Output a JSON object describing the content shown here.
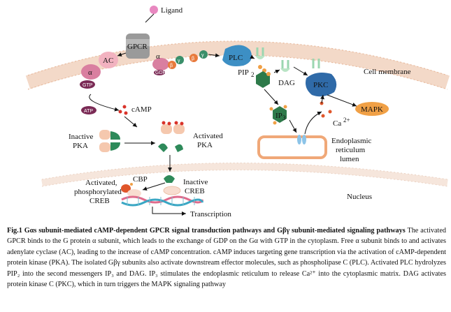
{
  "diagram": {
    "ligand": "Ligand",
    "gpcr": "GPCR",
    "ac": "AC",
    "alpha": "α",
    "beta": "β",
    "gamma": "γ",
    "gtp": "GTP",
    "gdp": "GDP",
    "plc": "PLC",
    "pip2": "PIP",
    "pip2_sub": "2",
    "dag": "DAG",
    "pkc": "PKC",
    "mapk": "MAPK",
    "cell_membrane": "Cell membrane",
    "atp": "ATP",
    "camp": "cAMP",
    "inactive_pka": [
      "Inactive",
      "PKA"
    ],
    "activated_pka": [
      "Activated",
      "PKA"
    ],
    "ip3": "IP",
    "ip3_sub": "3",
    "ca": "Ca",
    "ca_sup": "2+",
    "er": [
      "Endoplasmic",
      "reticulum",
      "lumen"
    ],
    "creb_active": [
      "Activated,",
      "phosphorylated",
      "CREB"
    ],
    "cbp": "CBP",
    "creb_inactive": [
      "Inactive",
      "CREB"
    ],
    "nucleus": "Nucleus",
    "transcription": "Transcription"
  },
  "caption": {
    "head": "Fig.1   Gαs subunit-mediated cAMP-dependent GPCR signal transduction pathways and Gβγ subunit-mediated signaling pathways",
    "body": "The activated GPCR binds to the G protein α subunit, which leads to the exchange of GDP on the Gα with GTP in the cytoplasm. Free α subunit binds to and activates adenylate cyclase (AC), leading to the increase of cAMP concentration. cAMP induces targeting gene transcription via the activation of cAMP-dependent protein kinase (PKA). The isolated Gβγ subunits also activate downstream effector molecules, such as phospholipase C (PLC). Activated PLC hydrolyzes PIP₂ into the second messengers IP₃ and DAG. IP₃ stimulates the endoplasmic reticulum to release Ca²⁺ into the cytoplasmic matrix. DAG activates protein kinase C (PKC), which in turn triggers the MAPK signaling pathway"
  },
  "colors": {
    "membrane": "#f3d9c8",
    "lipid_head": "#f6c9a6",
    "ac": "#f2b2c0",
    "gpcr": "#9a9a9a",
    "alpha": "#d97fa0",
    "gtp": "#7a2a55",
    "beta": "#e87a3c",
    "gamma": "#3a8f6a",
    "plc": "#3d8fc4",
    "pkc": "#2f6aa8",
    "mapk": "#f0a046",
    "pka_reg": "#f5c8ae",
    "pka_cat": "#2e8a5a",
    "camp": "#d9332a",
    "er": "#f0a878",
    "dna_a": "#e06b8c",
    "dna_b": "#3aa7c4",
    "cbp": "#e0562a",
    "ligand": "#e888c0"
  }
}
